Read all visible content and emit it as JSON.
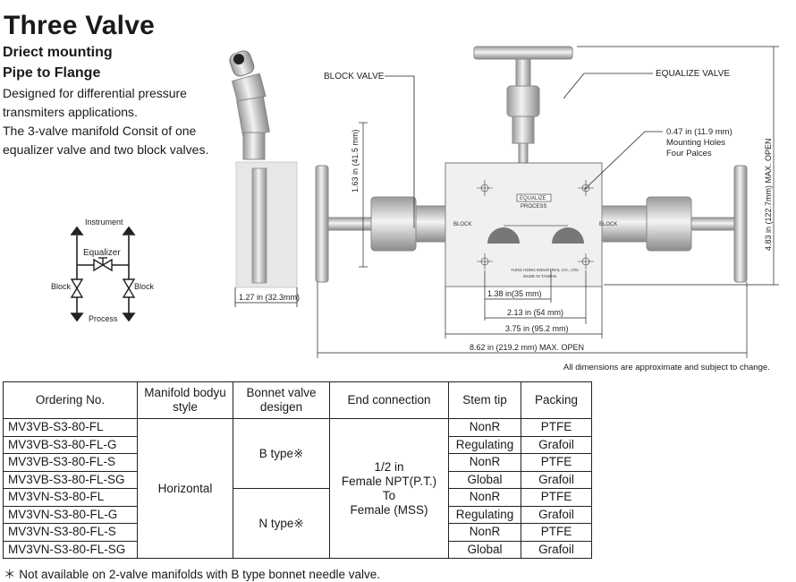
{
  "header": {
    "title": "Three Valve",
    "subtitle1": "Driect mounting",
    "subtitle2": "Pipe to Flange",
    "description1": "Designed for differential pressure transmiters applications.",
    "description2": "The 3-valve manifold Consit of one equalizer valve and two block valves."
  },
  "schematic": {
    "instrument": "Instrument",
    "equalizer": "Equalizer",
    "block_left": "Block",
    "block_right": "Block",
    "process": "Process"
  },
  "drawing": {
    "block_valve": "BLOCK VALVE",
    "equalize_valve": "EQUALIZE VALVE",
    "mount_size": "0.47 in (11.9 mm)",
    "mount_holes": "Mounting Holes",
    "mount_four": "Four Palces",
    "dim_height": "1.63 in (41.5 mm)",
    "dim_max_open_v": "4.83 in (122.7mm) MAX. OPEN",
    "dim_side_width": "1.27 in (32.3mm)",
    "dim_138": "1.38 in(35 mm)",
    "dim_213": "2.13 in  (54 mm)",
    "dim_375": "3.75 in (95.2 mm)",
    "dim_862": "8.62 in (219.2 mm) MAX. OPEN",
    "body_equalize": "EQUALIZE",
    "body_process": "PROCESS",
    "body_block_left": "BLOCK",
    "body_block_right": "BLOCK",
    "body_maker": "YUNG HONG INDUSTRIAL CO., LTD.",
    "body_made": "MADE IN TAIWAN"
  },
  "dim_note": "All dimensions are approximate and subject to change.",
  "table": {
    "headers": [
      "Ordering No.",
      "Manifold bodyu style",
      "Bonnet valve desigen",
      "End connection",
      "Stem tip",
      "Packing"
    ],
    "codes": [
      "MV3VB-S3-80-FL",
      "MV3VB-S3-80-FL-G",
      "MV3VB-S3-80-FL-S",
      "MV3VB-S3-80-FL-SG",
      "MV3VN-S3-80-FL",
      "MV3VN-S3-80-FL-G",
      "MV3VN-S3-80-FL-S",
      "MV3VN-S3-80-FL-SG"
    ],
    "body_style": "Horizontal",
    "bonnet_b": "B type※",
    "bonnet_n": "N type※",
    "end_conn": [
      "1/2 in",
      "Female NPT(P.T.)",
      "To",
      "Female (MSS)"
    ],
    "stem_nonr": "NonR",
    "stem_regulating": "Regulating",
    "stem_global": "Global",
    "packing_ptfe": "PTFE",
    "packing_grafoil": "Grafoil"
  },
  "footnote": "＊ Not available on 2-valve manifolds with B type bonnet needle valve."
}
